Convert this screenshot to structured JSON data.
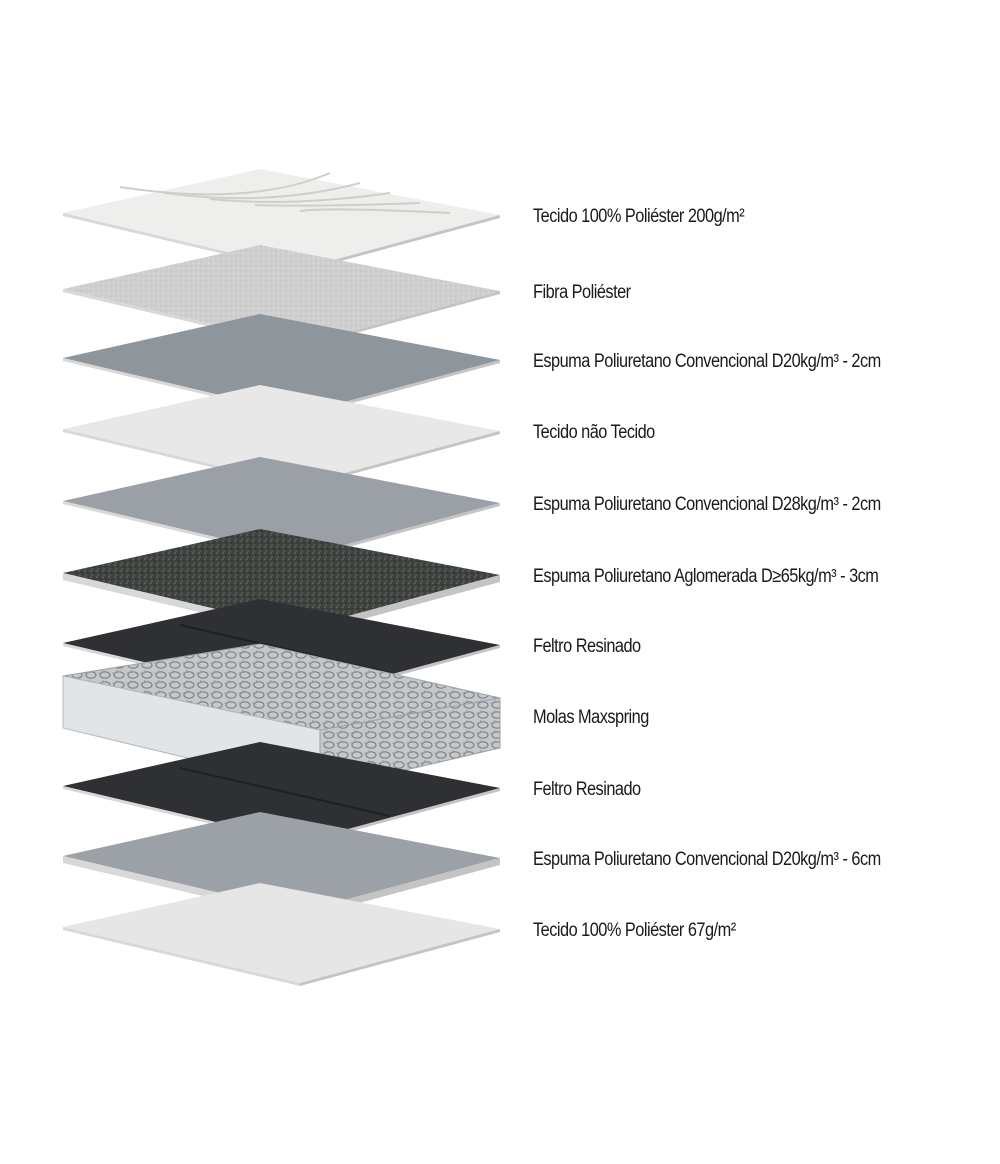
{
  "layers": [
    {
      "label": "Tecido 100% Poliéster 200g/m²",
      "color": "#eeeeec"
    },
    {
      "label": "Fibra Poliéster",
      "color": "#cfcfcf"
    },
    {
      "label": "Espuma Poliuretano Convencional D20kg/m³ - 2cm",
      "color": "#8e959b"
    },
    {
      "label": "Tecido não Tecido",
      "color": "#e8e8e8"
    },
    {
      "label": "Espuma Poliuretano Convencional D28kg/m³ - 2cm",
      "color": "#9aa0a5"
    },
    {
      "label": "Espuma Poliuretano Aglomerada D≥65kg/m³ - 3cm",
      "color": "#3f433f"
    },
    {
      "label": "Feltro Resinado",
      "color": "#2e3033"
    },
    {
      "label": "Molas Maxspring",
      "color": "#d4d7da"
    },
    {
      "label": "Feltro Resinado",
      "color": "#2e3033"
    },
    {
      "label": "Espuma Poliuretano Convencional D20kg/m³ - 6cm",
      "color": "#9ba1a6"
    },
    {
      "label": "Tecido 100% Poliéster 67g/m²",
      "color": "#e6e6e6"
    }
  ]
}
